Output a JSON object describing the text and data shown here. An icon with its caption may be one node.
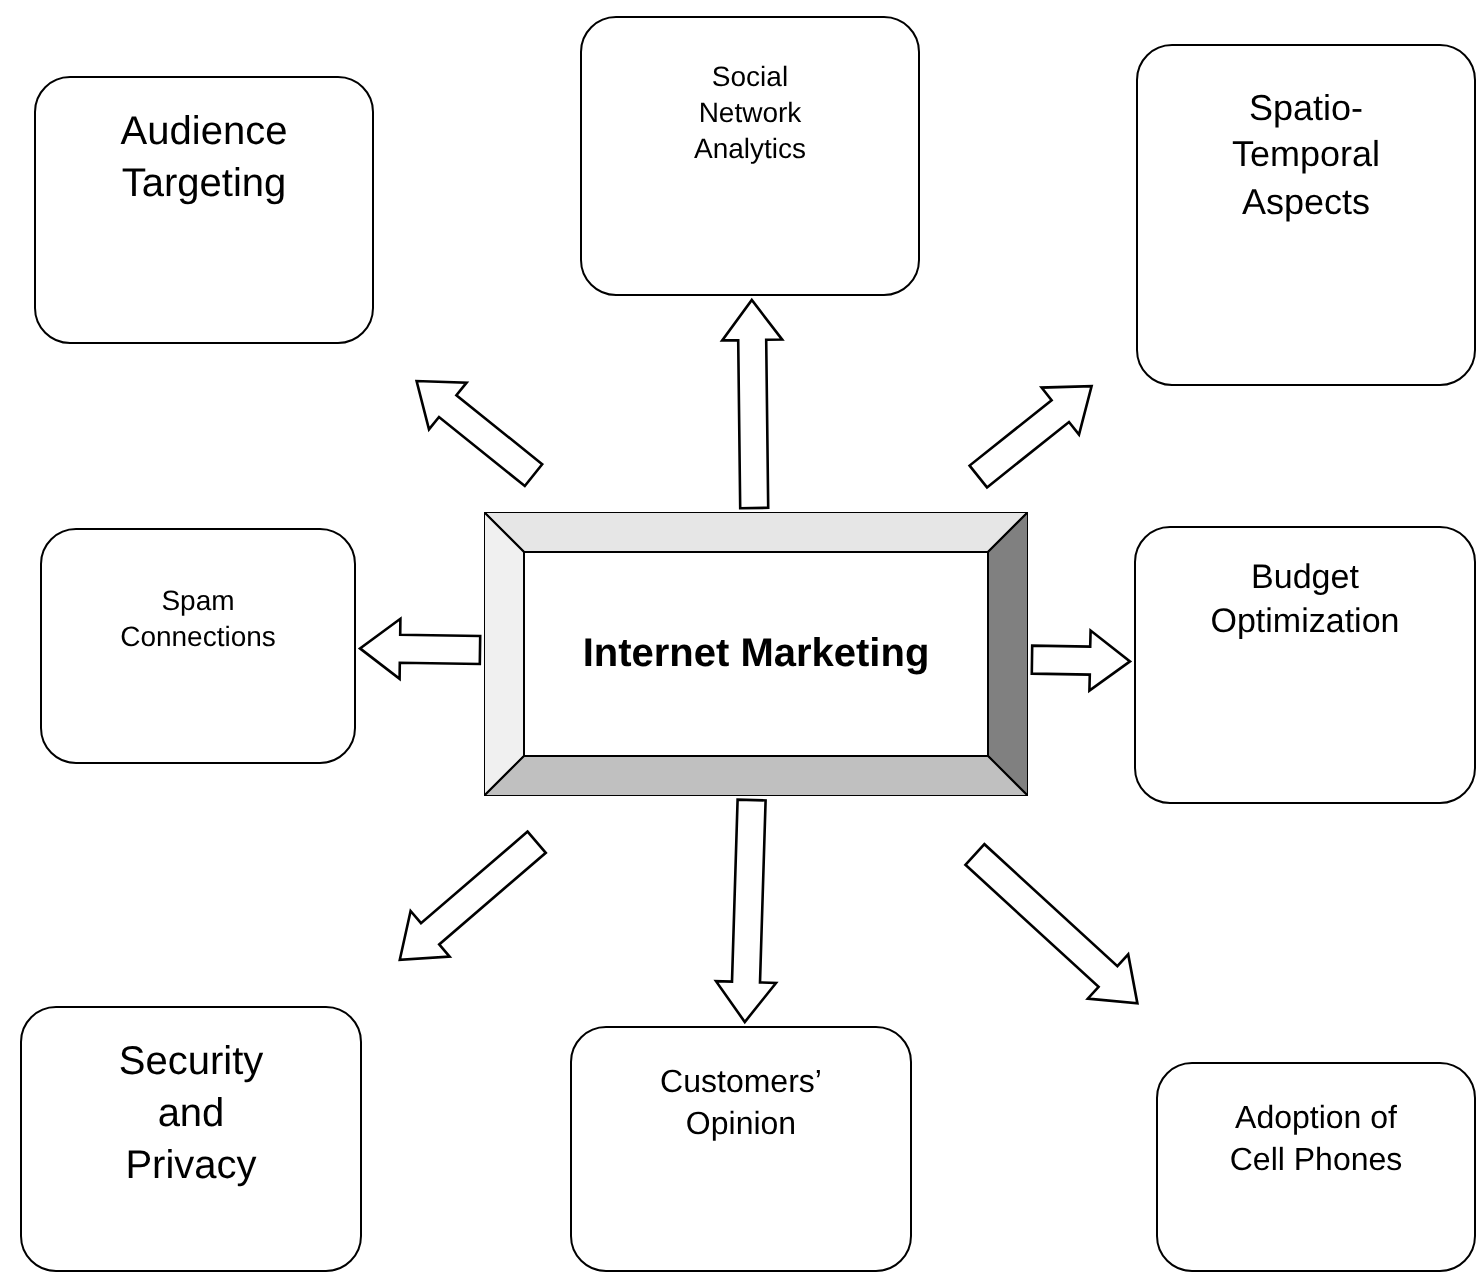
{
  "diagram": {
    "nodes": [
      {
        "text": [
          "Internet Marketing"
        ]
      },
      {
        "text": [
          "Audience Targeting"
        ]
      },
      {
        "text": [
          "Social Network Analytics"
        ]
      },
      {
        "text": [
          "Spatio-Temporal Aspects"
        ]
      },
      {
        "text": [
          "Spam Connections"
        ]
      },
      {
        "text": [
          "Budget Optimization"
        ]
      },
      {
        "text": [
          "Security and Privacy"
        ]
      },
      {
        "text": [
          "Customers’ Opinion"
        ]
      },
      {
        "text": [
          "Adoption of Cell Phones"
        ]
      }
    ],
    "edges": [
      {
        "from": 0,
        "to": 1,
        "arrow": "to"
      },
      {
        "from": 0,
        "to": 2,
        "arrow": "to"
      },
      {
        "from": 0,
        "to": 3,
        "arrow": "to"
      },
      {
        "from": 0,
        "to": 4,
        "arrow": "to"
      },
      {
        "from": 0,
        "to": 5,
        "arrow": "to"
      },
      {
        "from": 0,
        "to": 6,
        "arrow": "to"
      },
      {
        "from": 0,
        "to": 7,
        "arrow": "to"
      },
      {
        "from": 0,
        "to": 8,
        "arrow": "to"
      }
    ]
  }
}
